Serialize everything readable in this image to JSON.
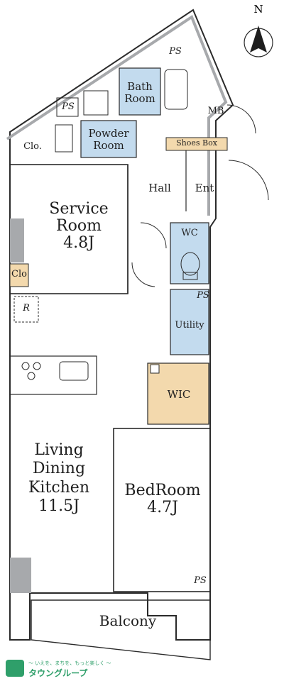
{
  "compass": {
    "label": "N"
  },
  "rooms": {
    "service_room": {
      "line1": "Service",
      "line2": "Room",
      "size": "4.8J"
    },
    "ldk": {
      "line1": "Living",
      "line2": "Dining",
      "line3": "Kitchen",
      "size": "11.5J"
    },
    "bedroom": {
      "line1": "BedRoom",
      "size": "4.7J"
    },
    "bath": {
      "line1": "Bath",
      "line2": "Room"
    },
    "powder": {
      "line1": "Powder",
      "line2": "Room"
    },
    "hall": "Hall",
    "entrance": "Ent",
    "wc": "WC",
    "utility": "Utility",
    "wic": "WIC",
    "balcony": "Balcony",
    "shoes_box": "Shoes Box",
    "mb": "MB",
    "closet_top": "Clo.",
    "closet_side": "Clo",
    "fridge": "R",
    "ps_top": "PS",
    "ps_left": "PS",
    "ps_utility": "PS",
    "ps_bedroom": "PS"
  },
  "colors": {
    "wet_area": "#c3dbee",
    "storage": "#f3d9ad",
    "wall": "#a7a9ac",
    "line": "#2a2a2a"
  },
  "logo": {
    "tagline": "〜 いえを、まちを、もっと楽しく 〜",
    "name": "タウングループ"
  }
}
